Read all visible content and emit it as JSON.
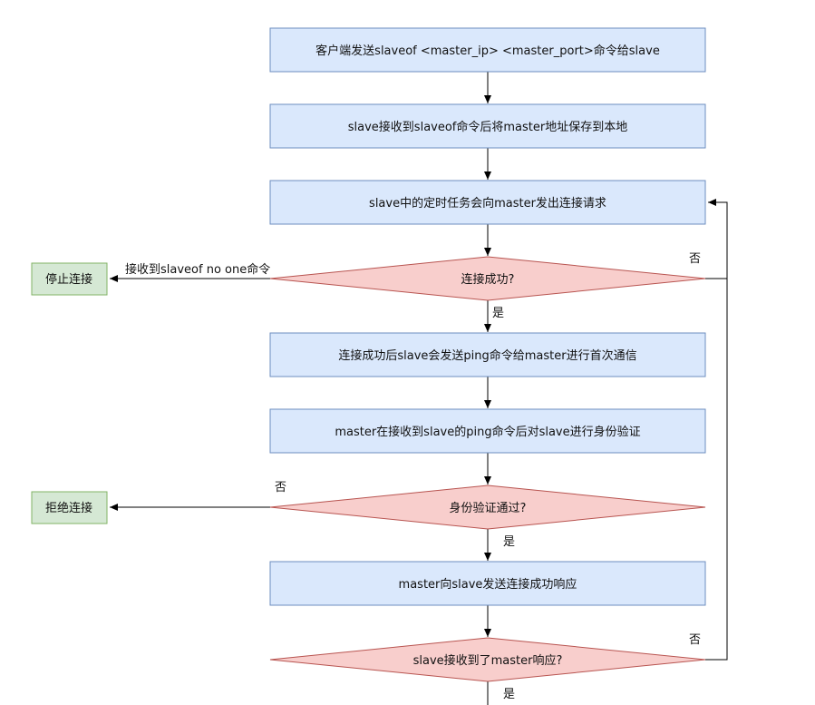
{
  "diagram": {
    "nodes": {
      "step_send_slaveof": "客户端发送slaveof <master_ip> <master_port>命令给slave",
      "step_save_addr": "slave接收到slaveof命令后将master地址保存到本地",
      "step_timer_connect": "slave中的定时任务会向master发出连接请求",
      "decision_connected": "连接成功?",
      "step_send_ping": "连接成功后slave会发送ping命令给master进行首次通信",
      "step_auth": "master在接收到slave的ping命令后对slave进行身份验证",
      "decision_auth": "身份验证通过?",
      "step_master_response": "master向slave发送连接成功响应",
      "decision_response": "slave接收到了master响应?",
      "end_stop": "停止连接",
      "end_reject": "拒绝连接"
    },
    "edge_labels": {
      "slaveof_no_one": "接收到slaveof no one命令",
      "yes_1": "是",
      "no_1": "否",
      "no_2": "否",
      "yes_2": "是",
      "no_3": "否",
      "yes_3": "是"
    },
    "colors": {
      "process_fill": "#dae8fc",
      "process_stroke": "#6c8ebf",
      "decision_fill": "#f8cecc",
      "decision_stroke": "#b85450",
      "terminal_fill": "#d5e8d4",
      "terminal_stroke": "#82b366",
      "edge": "#000000"
    }
  }
}
